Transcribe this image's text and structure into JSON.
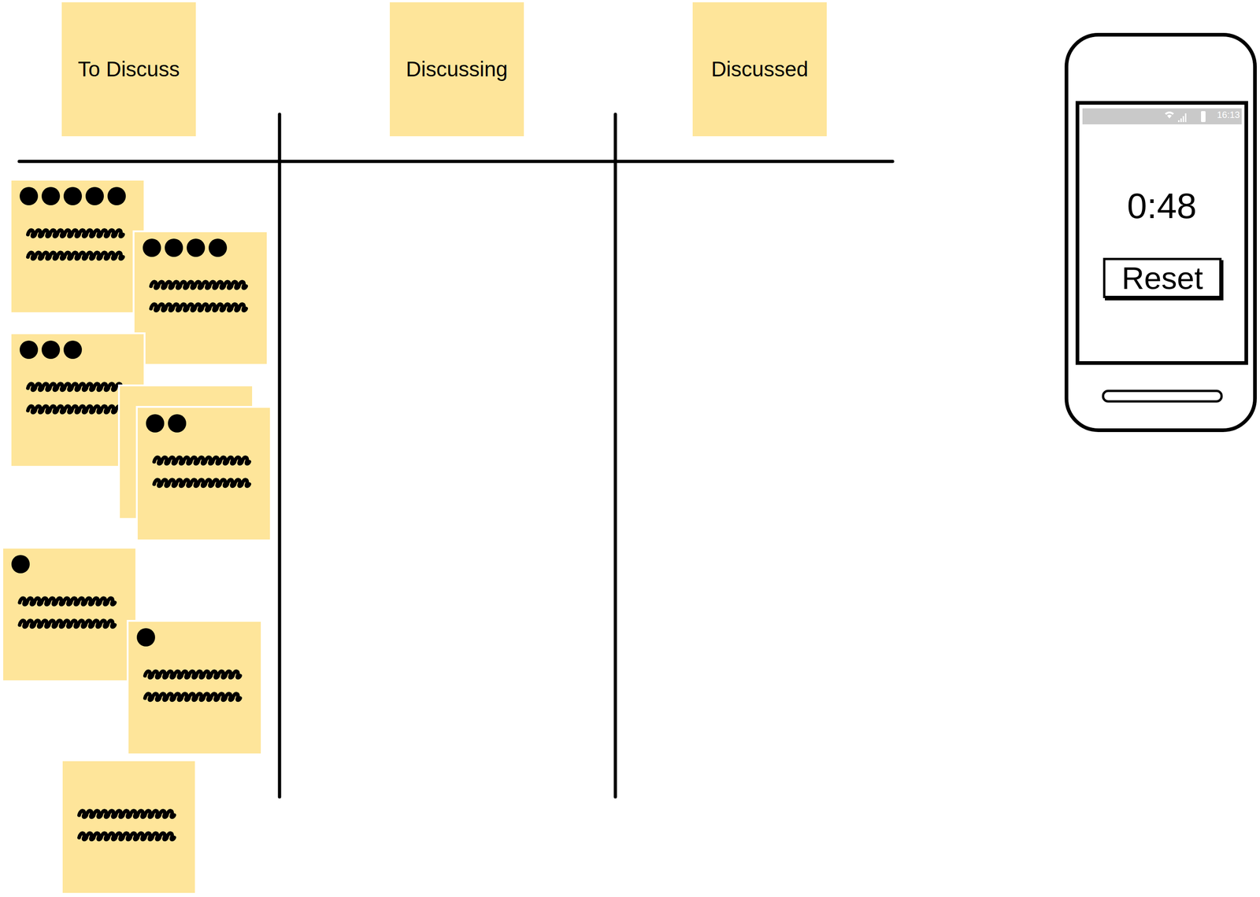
{
  "diagram": {
    "nodes": [
      {
        "text": [
          "To Discuss"
        ]
      },
      {
        "text": [
          "Discussing"
        ]
      },
      {
        "text": [
          "Discussed"
        ]
      },
      {
        "text": [
          "16:13",
          "0:48"
        ]
      },
      {
        "text": [
          "Reset"
        ],
        "in": 3
      }
    ]
  }
}
